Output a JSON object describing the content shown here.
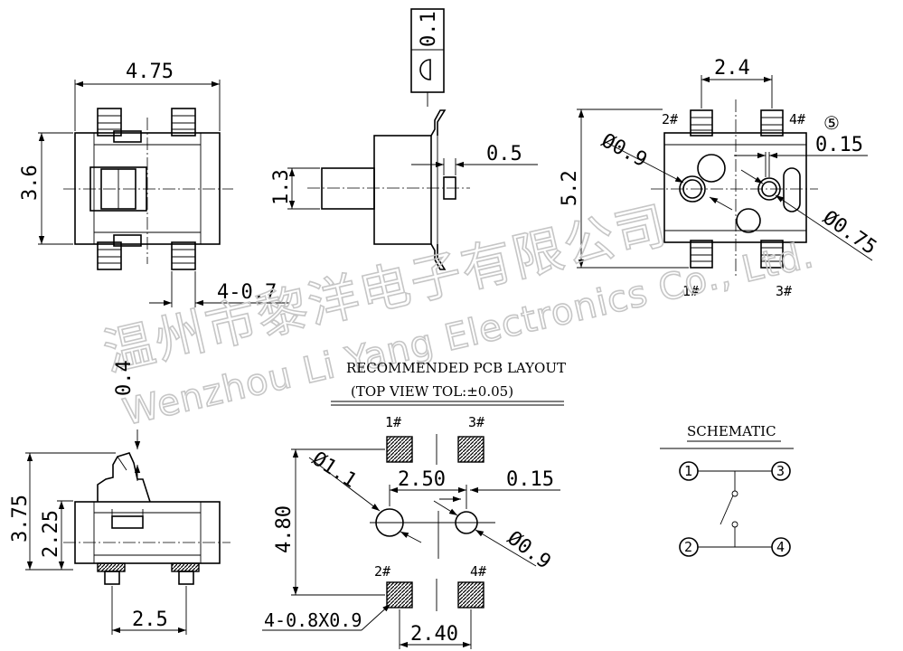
{
  "watermark": {
    "chinese": "温州市黎洋电子有限公司",
    "english": "Wenzhou Li Yang Electronics Co., Ltd."
  },
  "top_view": {
    "width": "4.75",
    "height": "3.6",
    "pin_width": "4-0.7"
  },
  "side_view": {
    "tolerance": "0.1",
    "plunger_height": "1.3",
    "travel": "0.5"
  },
  "bottom_view": {
    "pin_pitch": "2.4",
    "length": "5.2",
    "hole_large": "Ø0.9",
    "hole_small": "Ø0.75",
    "offset": "0.15",
    "pin_2": "2#",
    "pin_4": "4#",
    "pin_1": "1#",
    "pin_3": "3#",
    "note": "⑤"
  },
  "front_view": {
    "lever_offset": "0.4",
    "total_height": "3.75",
    "body_height": "2.25",
    "pin_pitch": "2.5"
  },
  "pcb_layout": {
    "title": "RECOMMENDED PCB LAYOUT",
    "subtitle": "(TOP VIEW TOL:±0.05)",
    "pad_1": "1#",
    "pad_3": "3#",
    "pad_2": "2#",
    "pad_4": "4#",
    "hole_large": "Ø1.1",
    "hole_small": "Ø0.9",
    "hole_pitch": "2.50",
    "offset": "0.15",
    "height": "4.80",
    "pad_size": "4-0.8X0.9",
    "pad_pitch": "2.40"
  },
  "schematic": {
    "title": "SCHEMATIC",
    "t1": "1",
    "t2": "2",
    "t3": "3",
    "t4": "4"
  }
}
